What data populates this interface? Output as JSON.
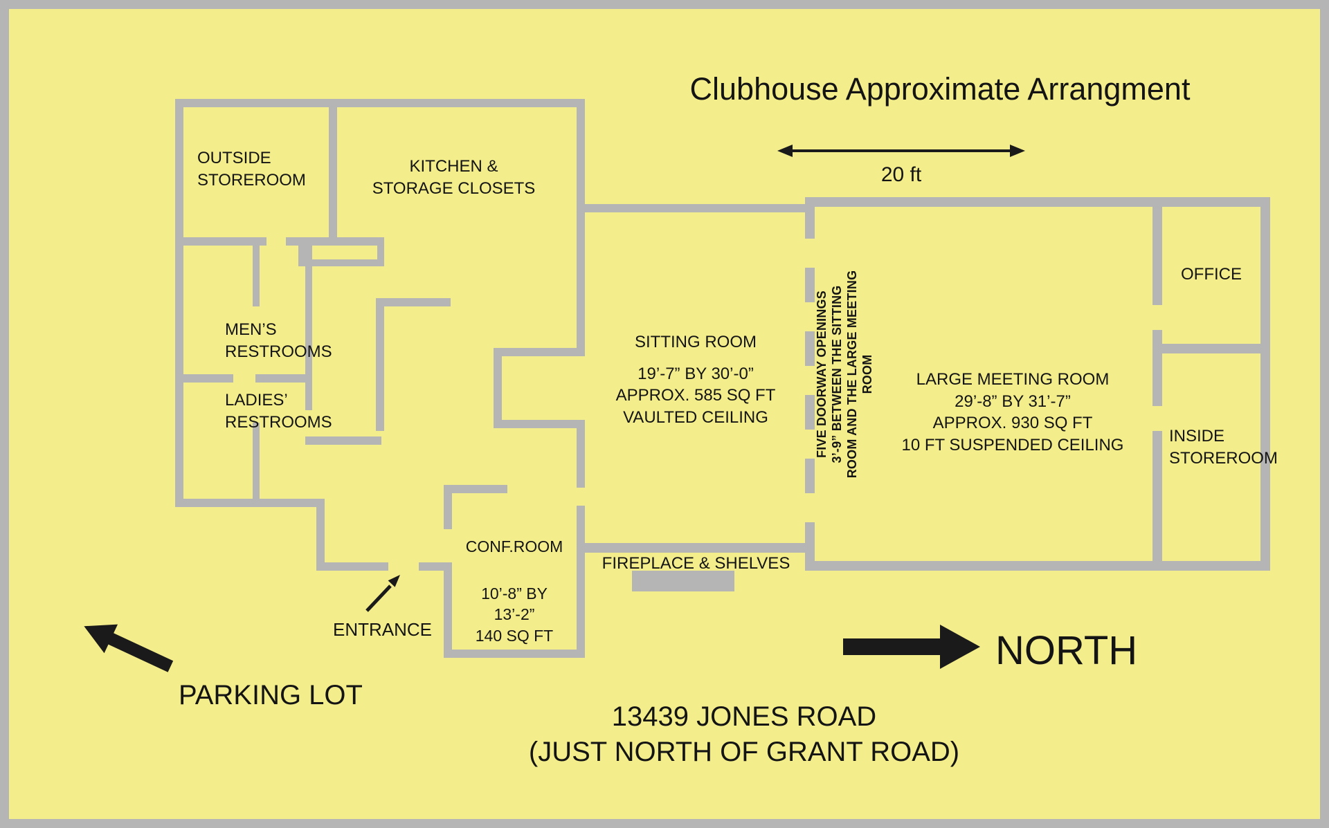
{
  "colors": {
    "background": "#F3EE8B",
    "wall": "#B5B5B5",
    "text": "#141414",
    "arrow": "#1a1a1a"
  },
  "title": "Clubhouse Approximate Arrangment",
  "scale": {
    "label": "20 ft"
  },
  "rooms": {
    "outside_storeroom": {
      "line1": "OUTSIDE",
      "line2": "STOREROOM"
    },
    "kitchen": {
      "line1": "KITCHEN &",
      "line2": "STORAGE CLOSETS"
    },
    "mens": {
      "line1": "MEN’S",
      "line2": "RESTROOMS"
    },
    "ladies": {
      "line1": "LADIES’",
      "line2": "RESTROOMS"
    },
    "sitting": {
      "name": "SITTING ROOM",
      "dim": "19’-7” BY 30’-0”",
      "area": "APPROX. 585 SQ FT",
      "ceiling": "VAULTED CEILING"
    },
    "meeting": {
      "name": "LARGE MEETING ROOM",
      "dim": "29’-8” BY 31’-7”",
      "area": "APPROX. 930 SQ FT",
      "ceiling": "10 FT SUSPENDED CEILING"
    },
    "office": {
      "name": "OFFICE"
    },
    "inside_storeroom": {
      "line1": "INSIDE",
      "line2": "STOREROOM"
    },
    "conf": {
      "name": "CONF.ROOM",
      "dim1": "10’-8” BY",
      "dim2": "13’-2”",
      "area": "140 SQ FT"
    },
    "fireplace": {
      "label": "FIREPLACE & SHELVES"
    }
  },
  "doorway_note": {
    "line1": "FIVE DOORWAY OPENINGS",
    "line2": "3’-9” BETWEEN THE SITTING",
    "line3": "ROOM AND THE LARGE MEETING",
    "line4": "ROOM"
  },
  "annotations": {
    "entrance": "ENTRANCE",
    "north": "NORTH",
    "parking": "PARKING LOT",
    "address_line1": "13439 JONES ROAD",
    "address_line2": "(JUST NORTH OF GRANT ROAD)"
  }
}
